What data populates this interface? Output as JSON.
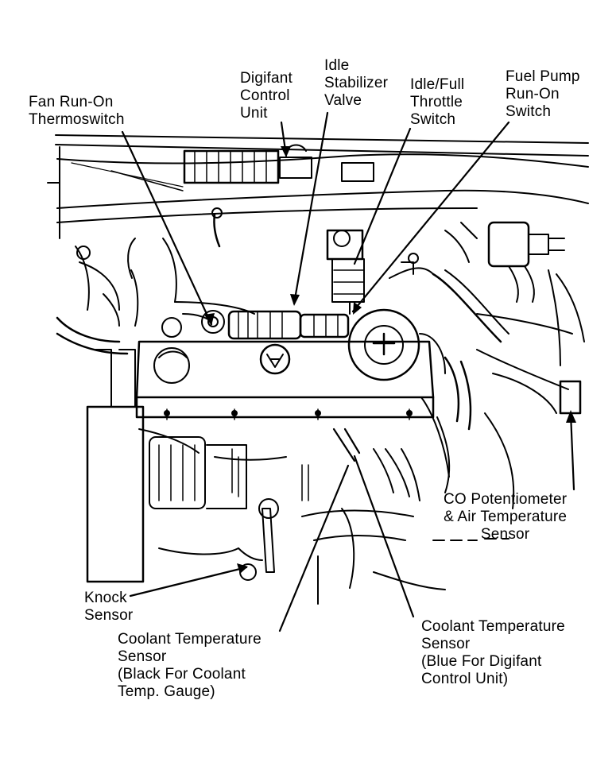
{
  "labels": {
    "fan_thermoswitch": [
      "Fan Run-On",
      "Thermoswitch"
    ],
    "digifant_control_unit": [
      "Digifant",
      "Control",
      "Unit"
    ],
    "idle_stabilizer_valve": [
      "Idle",
      "Stabilizer",
      "Valve"
    ],
    "idle_full_throttle_switch": [
      "Idle/Full",
      "Throttle",
      "Switch"
    ],
    "fuel_pump_switch": [
      "Fuel Pump",
      "Run-On",
      "Switch"
    ],
    "co_potentiometer": [
      "CO Potentiometer",
      "& Air Temperature",
      "Sensor"
    ],
    "knock_sensor": [
      "Knock",
      "Sensor"
    ],
    "coolant_sensor_black": [
      "Coolant Temperature",
      "Sensor",
      "(Black For Coolant",
      "Temp. Gauge)"
    ],
    "coolant_sensor_blue": [
      "Coolant Temperature",
      "Sensor",
      "(Blue For Digifant",
      "Control Unit)"
    ]
  },
  "colors": {
    "ink": "#000000",
    "paper": "#ffffff"
  }
}
